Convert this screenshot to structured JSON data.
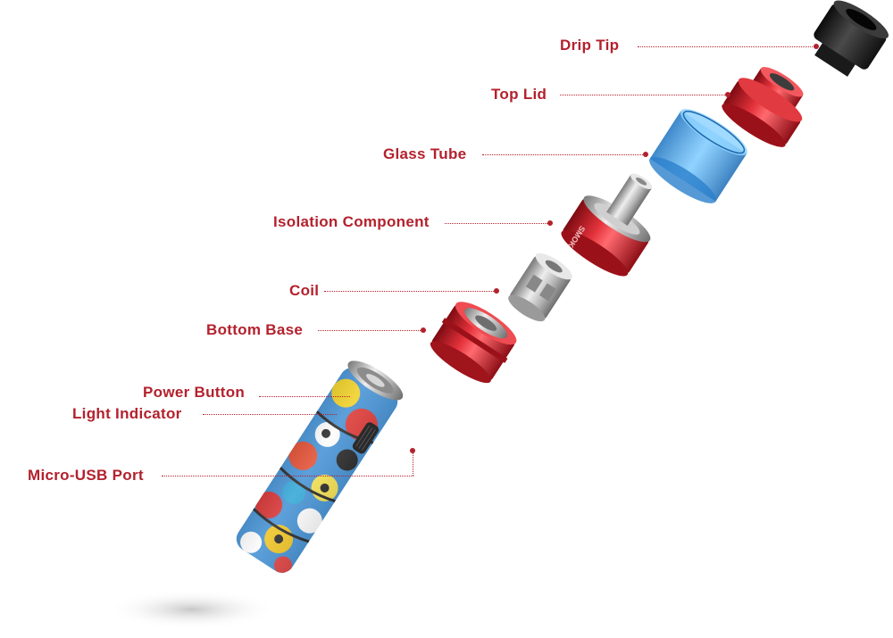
{
  "diagram": {
    "parts": [
      {
        "id": "drip-tip",
        "label": "Drip Tip"
      },
      {
        "id": "top-lid",
        "label": "Top Lid"
      },
      {
        "id": "glass-tube",
        "label": "Glass Tube"
      },
      {
        "id": "isolation-component",
        "label": "Isolation Component"
      },
      {
        "id": "coil",
        "label": "Coil"
      },
      {
        "id": "bottom-base",
        "label": "Bottom Base"
      },
      {
        "id": "power-button",
        "label": "Power Button"
      },
      {
        "id": "light-indicator",
        "label": "Light Indicator"
      },
      {
        "id": "micro-usb-port",
        "label": "Micro-USB Port"
      }
    ],
    "tank_engraving": "SMOK",
    "colors": {
      "label": "#b3212d",
      "metal_red": "#d6202b",
      "glass_blue": "#3aa0e8",
      "drip_tip_black": "#222222",
      "steel": "#c9c9c9"
    }
  }
}
